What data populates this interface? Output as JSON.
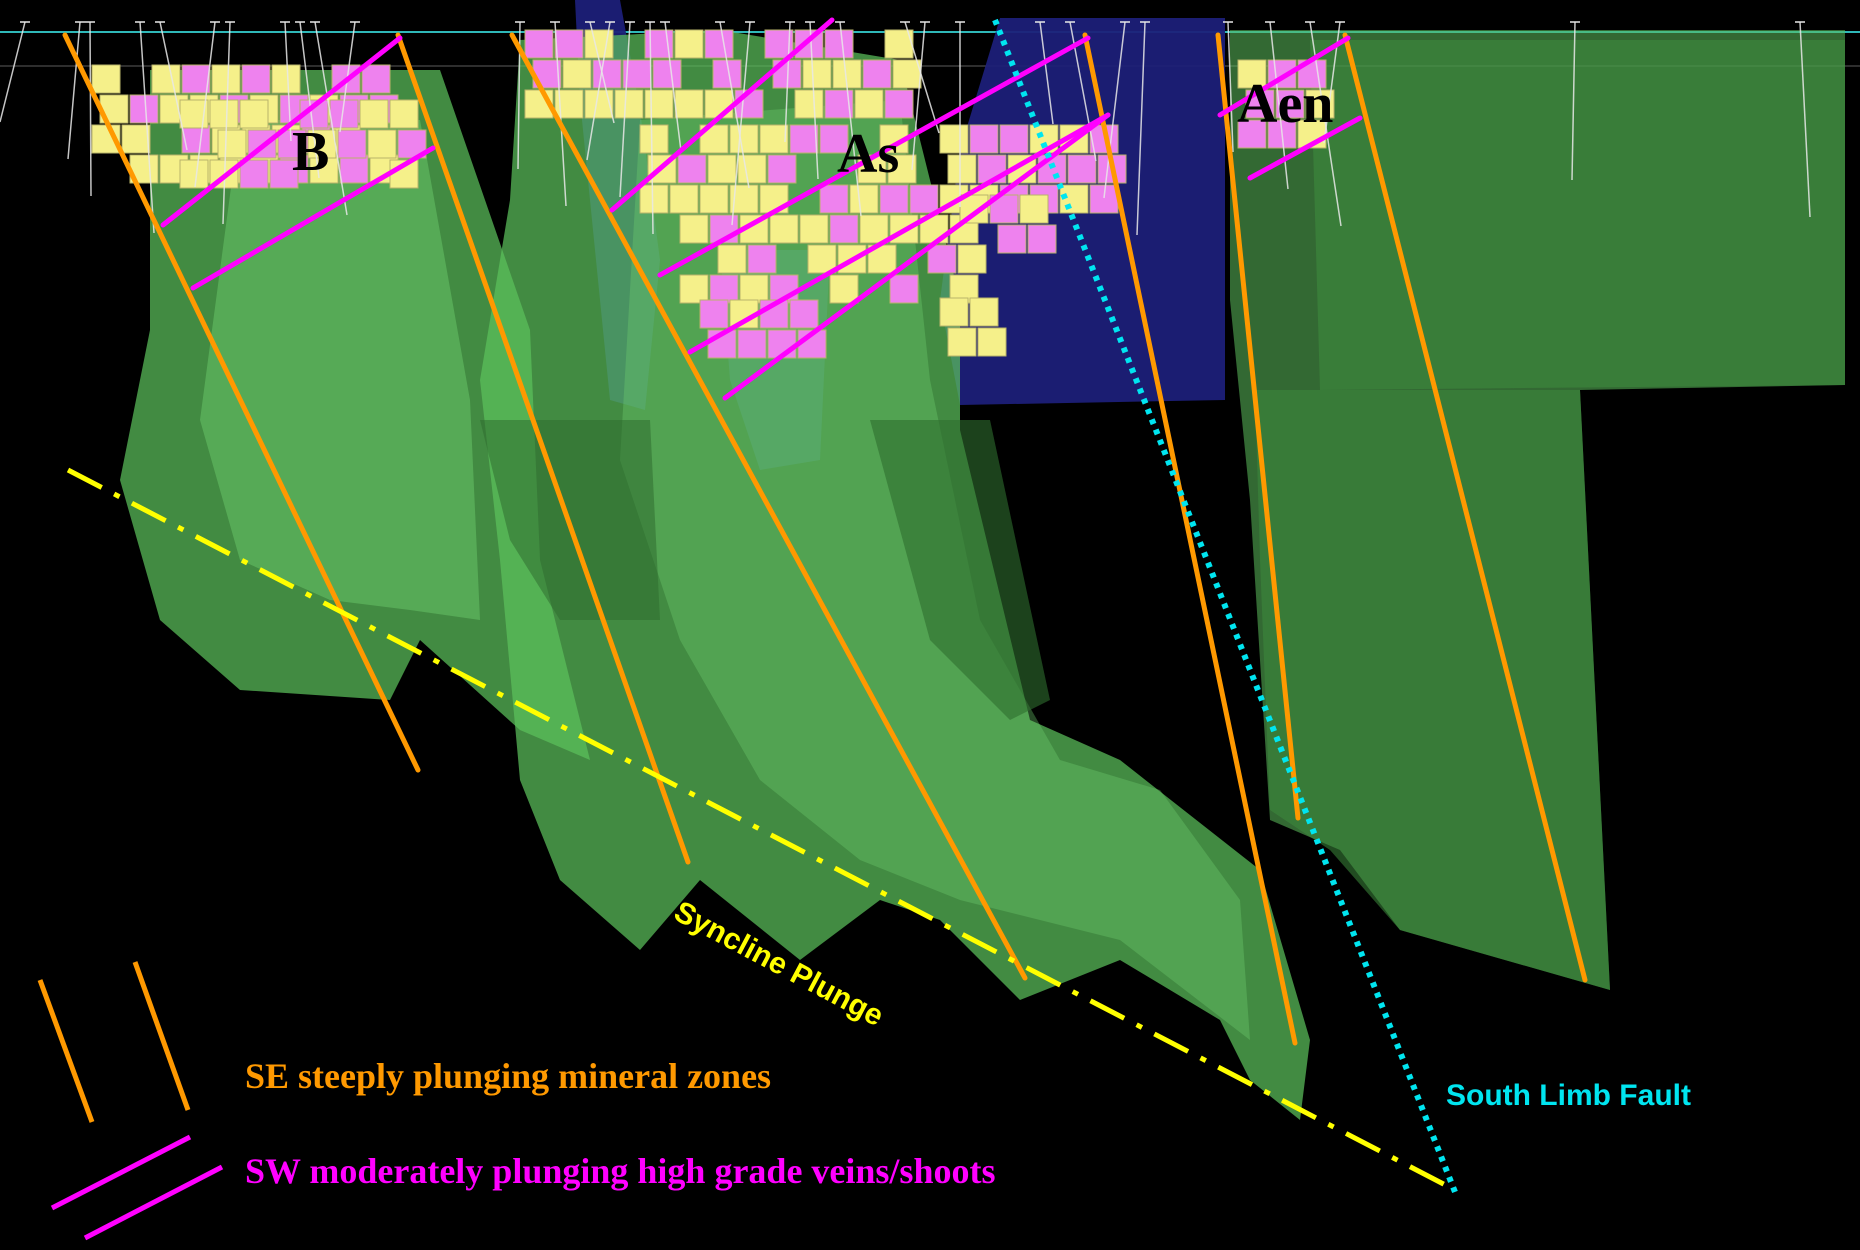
{
  "labels": {
    "zone_b": "B",
    "zone_as": "As",
    "zone_aen": "Aen",
    "syncline": "Syncline Plunge",
    "fault": "South Limb Fault"
  },
  "legend": {
    "se_zones": "SE steeply plunging mineral zones",
    "sw_veins": "SW moderately plunging high grade veins/shoots"
  },
  "colors": {
    "background": "#000000",
    "ore_body": "#5cc05c",
    "ore_body_dark": "#3d8a3d",
    "blue_zone": "#1c1f78",
    "block_yellow": "#f5f08a",
    "block_pink": "#ee82ee",
    "se_zone_line": "#ff9900",
    "sw_vein_line": "#ff00ff",
    "syncline_line": "#ffff00",
    "fault_line": "#00e5f0"
  }
}
